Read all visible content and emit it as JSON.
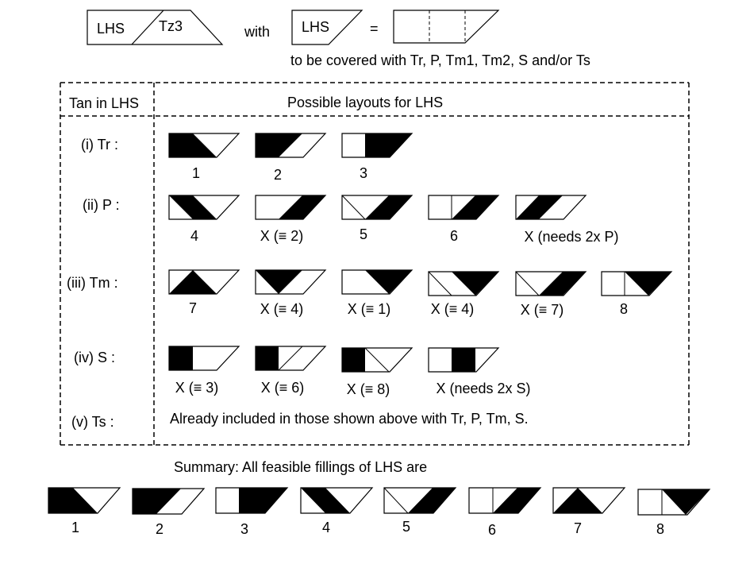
{
  "header": {
    "lhs_label": "LHS",
    "tz3_label": "Tz3",
    "with_label": "with",
    "lhs_label_2": "LHS",
    "equals_label": "=",
    "cover_note": "to be covered with Tr, P, Tm1, Tm2, S and/or Ts"
  },
  "table": {
    "col_tan_header": "Tan in LHS",
    "col_layouts_header": "Possible layouts for LHS",
    "rows": [
      {
        "label": "(i)  Tr :",
        "captions": [
          "1",
          "2",
          "3"
        ]
      },
      {
        "label": "(ii)  P :",
        "captions": [
          "4",
          "X (≡ 2)",
          "5",
          "6",
          "X (needs 2x P)"
        ]
      },
      {
        "label": "(iii) Tm :",
        "captions": [
          "7",
          "X (≡ 4)",
          "X (≡ 1)",
          "X (≡ 4)",
          "X (≡ 7)",
          "8"
        ]
      },
      {
        "label": "(iv)  S :",
        "captions": [
          "X (≡ 3)",
          "X (≡ 6)",
          "X (≡ 8)",
          "X (needs 2x S)"
        ]
      },
      {
        "label": "(v)  Ts :",
        "note": "Already included in those shown above with Tr, P, Tm, S."
      }
    ]
  },
  "summary": {
    "title": "Summary: All feasible fillings of LHS are",
    "captions": [
      "1",
      "2",
      "3",
      "4",
      "5",
      "6",
      "7",
      "8"
    ]
  },
  "colors": {
    "ink": "#000000",
    "paper": "#ffffff"
  }
}
